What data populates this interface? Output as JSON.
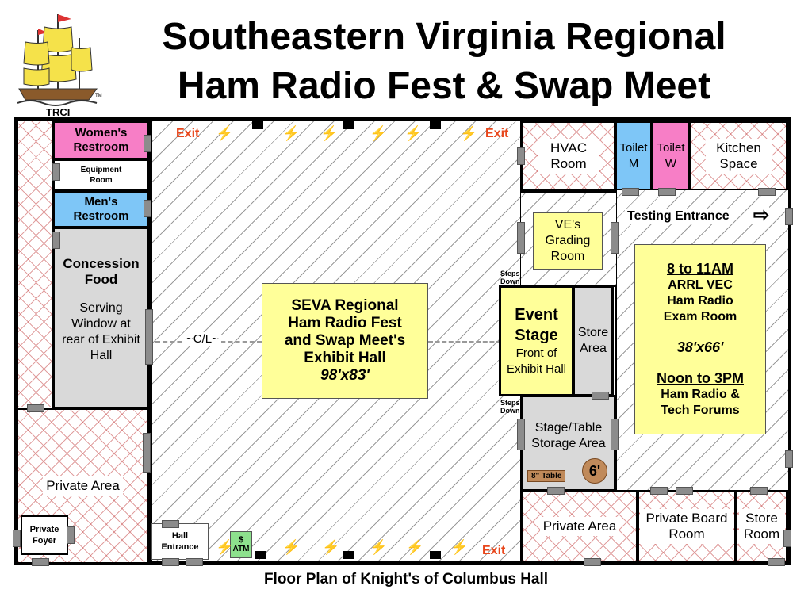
{
  "header": {
    "title_line1": "Southeastern Virginia Regional",
    "title_line2": "Ham Radio Fest & Swap Meet",
    "logo_text": "TRCI",
    "logo_tm": "TM"
  },
  "rooms": {
    "womens": "Women's Restroom",
    "equipment": "Equipment Room",
    "mens": "Men's Restroom",
    "concession_title": "Concession Food",
    "concession_body": "Serving Window at rear of Exhibit Hall",
    "private_area_left": "Private Area",
    "private_foyer": "Private Foyer",
    "hall_entrance": "Hall Entrance",
    "atm_symbol": "$",
    "atm": "ATM",
    "hvac": "HVAC Room",
    "toilet_m_1": "Toilet",
    "toilet_m_2": "M",
    "toilet_w_1": "Toilet",
    "toilet_w_2": "W",
    "kitchen": "Kitchen Space",
    "testing_entrance": "Testing Entrance",
    "ve_grading": "VE's Grading Room",
    "steps_down": "Steps Down",
    "event_stage_title": "Event Stage",
    "event_stage_sub": "Front of Exhibit Hall",
    "store_area": "Store Area",
    "storage": "Stage/Table Storage Area",
    "table_tag": "8\" Table",
    "six_ft": "6'",
    "private_area_right": "Private Area",
    "private_board": "Private Board Room",
    "store_room": "Store Room"
  },
  "exhibit": {
    "line1": "SEVA Regional",
    "line2": "Ham Radio Fest",
    "line3": "and Swap Meet's",
    "line4": "Exhibit Hall",
    "size": "98'x83'",
    "centerline": "~C/L~"
  },
  "exam": {
    "time1": "8 to 11AM",
    "line1": "ARRL VEC",
    "line2": "Ham Radio",
    "line3": "Exam Room",
    "size": "38'x66'",
    "time2": "Noon to 3PM",
    "line4": "Ham Radio &",
    "line5": "Tech Forums"
  },
  "exits": {
    "label": "Exit"
  },
  "footer": {
    "caption": "Floor Plan of Knight's of Columbus Hall"
  },
  "colors": {
    "pink": "#f77ec6",
    "blue": "#7ec6f7",
    "yellow": "#ffff99",
    "gray": "#d9d9d9",
    "exit": "#e8461b"
  }
}
